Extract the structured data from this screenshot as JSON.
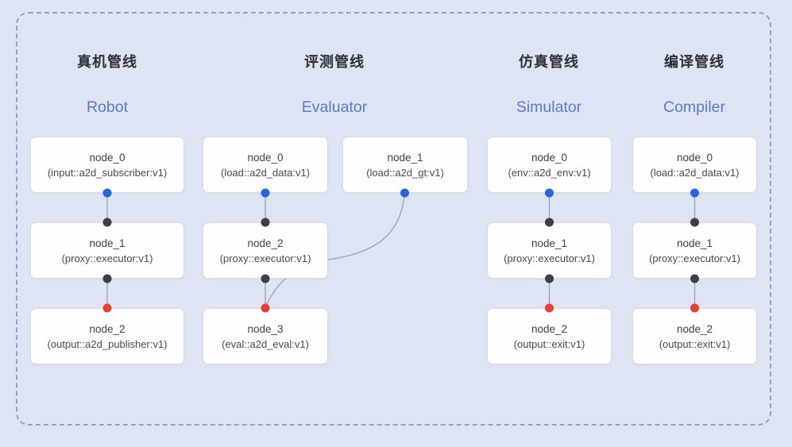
{
  "colors": {
    "background": "#dee4f3",
    "frame_border": "#9aa1ad",
    "edge": "#99a1af",
    "blue_dot": "#2565e0",
    "dark_dot": "#3d3f42",
    "red_dot": "#e7402e",
    "title_en": "#5b79cd",
    "title_zh": "#2c3036",
    "node_bg": "#fefefe"
  },
  "pipelines": [
    {
      "title_zh": "真机管线",
      "title_en": "Robot",
      "nodes": [
        {
          "name": "node_0",
          "type": "(input::a2d_subscriber:v1)"
        },
        {
          "name": "node_1",
          "type": "(proxy::executor:v1)"
        },
        {
          "name": "node_2",
          "type": "(output::a2d_publisher:v1)"
        }
      ]
    },
    {
      "title_zh": "评测管线",
      "title_en": "Evaluator",
      "nodes": [
        {
          "name": "node_0",
          "type": "(load::a2d_data:v1)"
        },
        {
          "name": "node_1",
          "type": "(load::a2d_gt:v1)"
        },
        {
          "name": "node_2",
          "type": "(proxy::executor:v1)"
        },
        {
          "name": "node_3",
          "type": "(eval::a2d_eval:v1)"
        }
      ]
    },
    {
      "title_zh": "仿真管线",
      "title_en": "Simulator",
      "nodes": [
        {
          "name": "node_0",
          "type": "(env::a2d_env:v1)"
        },
        {
          "name": "node_1",
          "type": "(proxy::executor:v1)"
        },
        {
          "name": "node_2",
          "type": "(output::exit:v1)"
        }
      ]
    },
    {
      "title_zh": "编译管线",
      "title_en": "Compiler",
      "nodes": [
        {
          "name": "node_0",
          "type": "(load::a2d_data:v1)"
        },
        {
          "name": "node_1",
          "type": "(proxy::executor:v1)"
        },
        {
          "name": "node_2",
          "type": "(output::exit:v1)"
        }
      ]
    }
  ]
}
